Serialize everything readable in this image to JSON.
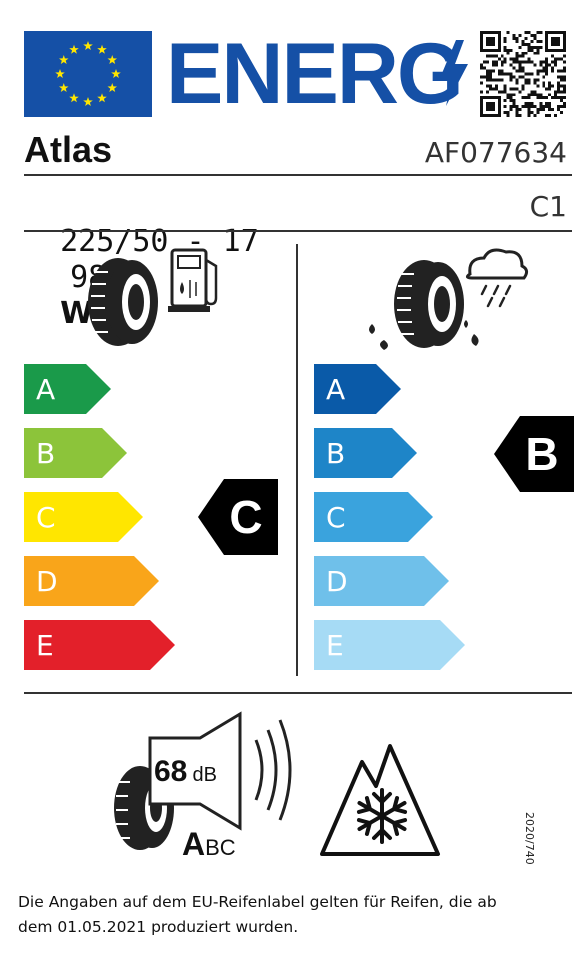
{
  "header": {
    "energy_word": "ENERG",
    "qr_icon": "qr-code",
    "eu_flag_icon": "eu-flag"
  },
  "product": {
    "brand": "Atlas",
    "article_number": "AF077634",
    "size_part1": "225/50 - 17",
    "load_index": "98",
    "speed_index": "W",
    "tyre_class": "C1"
  },
  "fuel_efficiency": {
    "icon": "tyre-fuel-pump-icon",
    "classes": [
      "A",
      "B",
      "C",
      "D",
      "E"
    ],
    "colors": [
      "#1a9a4a",
      "#8cc43a",
      "#ffe600",
      "#f9a51a",
      "#e3202a"
    ],
    "rating": "C"
  },
  "wet_grip": {
    "icon": "tyre-rain-cloud-icon",
    "classes": [
      "A",
      "B",
      "C",
      "D",
      "E"
    ],
    "colors": [
      "#0a5aa8",
      "#1e85c8",
      "#3aa3dd",
      "#6fc0ea",
      "#a6dbf5"
    ],
    "rating": "B"
  },
  "noise": {
    "value": "68",
    "unit": "dB",
    "class_selected": "A",
    "class_others": "BC"
  },
  "snow_icon": "three-peak-mountain-snowflake-icon",
  "regulation": "2020/740",
  "footer": {
    "line1": "Die Angaben auf dem EU-Reifenlabel gelten für Reifen, die ab",
    "line2": "dem 01.05.2021 produziert wurden."
  }
}
